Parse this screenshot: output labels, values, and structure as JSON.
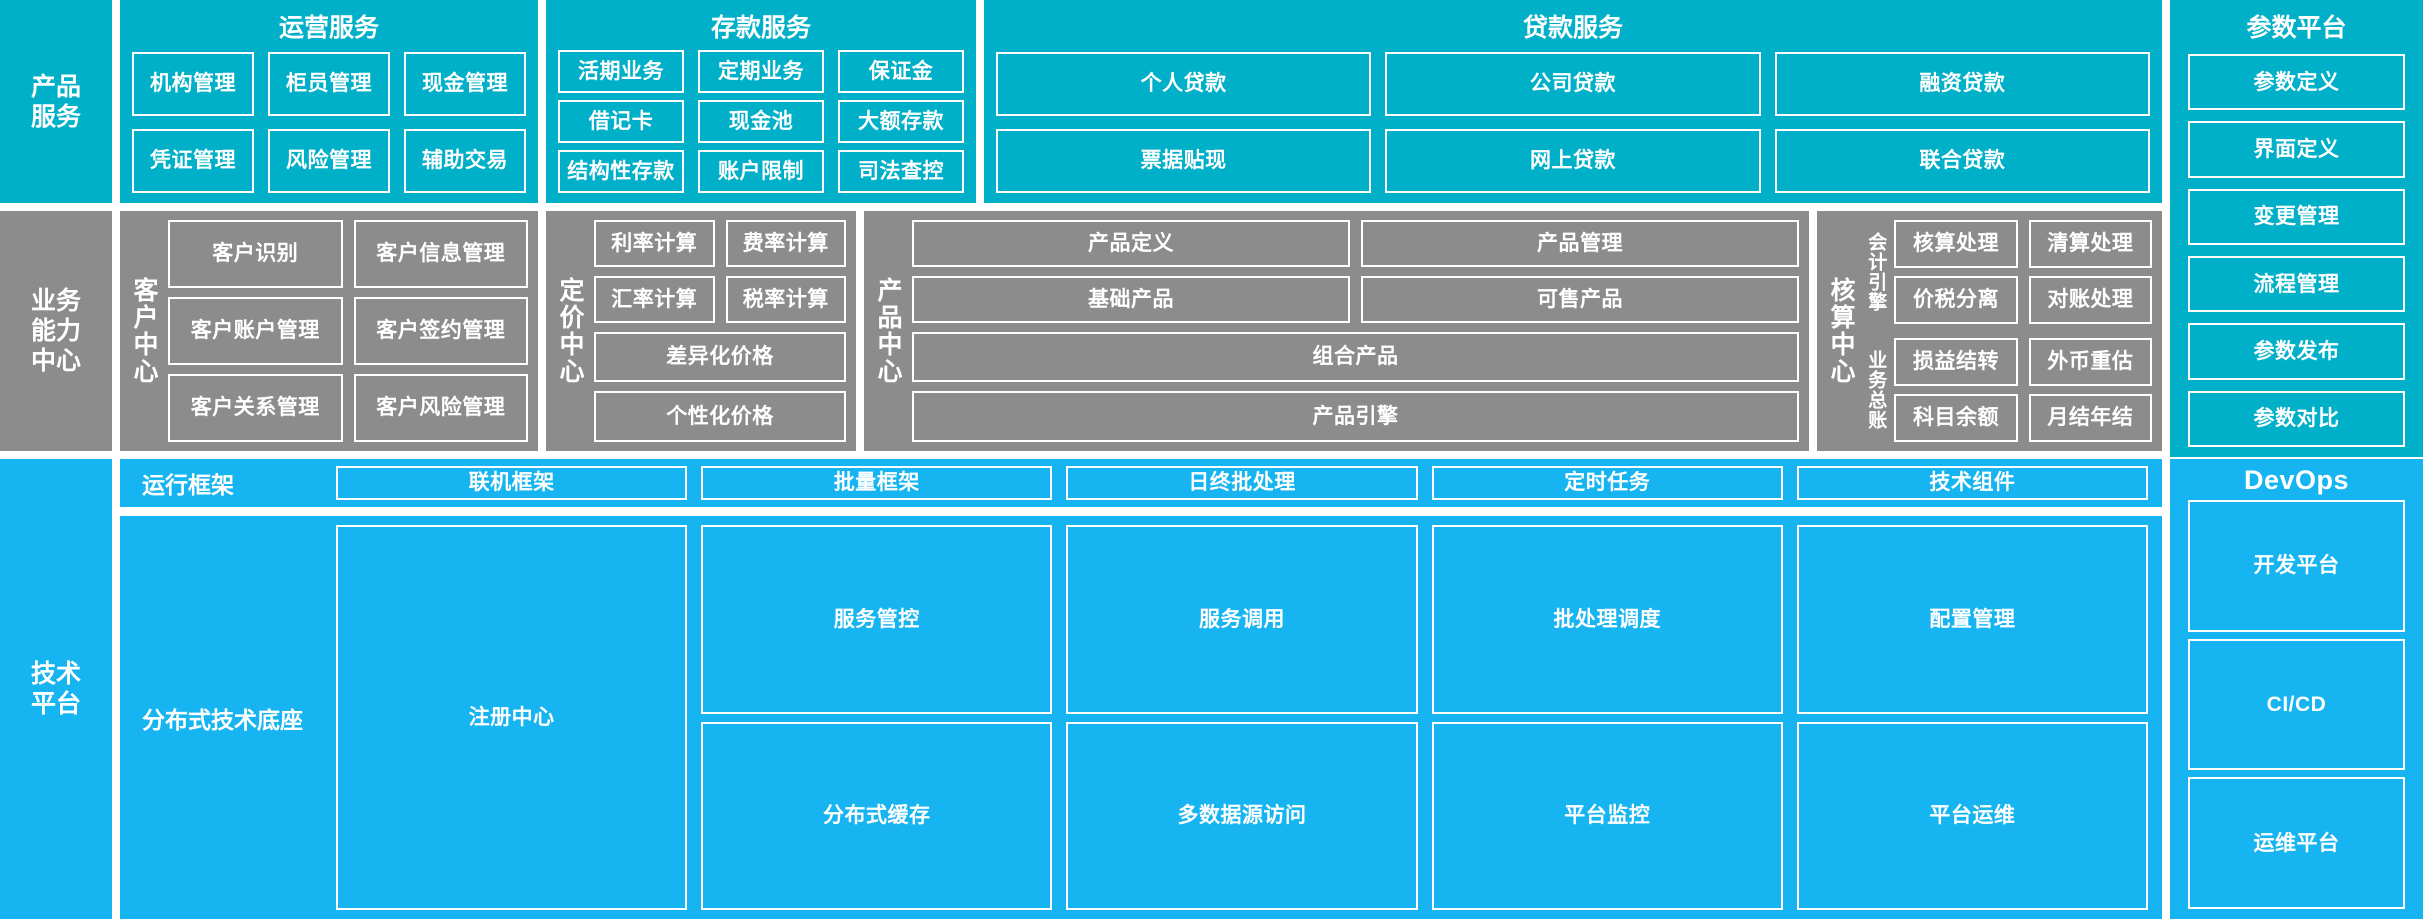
{
  "bands": {
    "product_services": {
      "label": "产品\n服务",
      "groups": [
        {
          "title": "运营服务",
          "items": [
            "机构管理",
            "柜员管理",
            "现金管理",
            "凭证管理",
            "风险管理",
            "辅助交易"
          ]
        },
        {
          "title": "存款服务",
          "items": [
            "活期业务",
            "定期业务",
            "保证金",
            "借记卡",
            "现金池",
            "大额存款",
            "结构性存款",
            "账户限制",
            "司法查控"
          ]
        },
        {
          "title": "贷款服务",
          "items": [
            "个人贷款",
            "公司贷款",
            "融资贷款",
            "票据贴现",
            "网上贷款",
            "联合贷款"
          ]
        }
      ]
    },
    "business_capability": {
      "label": "业务\n能力\n中心",
      "centers": [
        {
          "label": "客户中心",
          "rows": [
            [
              "客户识别",
              "客户信息管理"
            ],
            [
              "客户账户管理",
              "客户签约管理"
            ],
            [
              "客户关系管理",
              "客户风险管理"
            ]
          ]
        },
        {
          "label": "定价中心",
          "rows": [
            [
              "利率计算",
              "费率计算"
            ],
            [
              "汇率计算",
              "税率计算"
            ]
          ],
          "wide": [
            "差异化价格",
            "个性化价格"
          ]
        },
        {
          "label": "产品中心",
          "rows": [
            [
              "产品定义",
              "产品管理"
            ],
            [
              "基础产品",
              "可售产品"
            ]
          ],
          "wide": [
            "组合产品",
            "产品引擎"
          ]
        },
        {
          "label": "核算中心",
          "subgroups": [
            {
              "label": "会计引擎",
              "rows": [
                [
                  "核算处理",
                  "清算处理"
                ],
                [
                  "价税分离",
                  "对账处理"
                ]
              ]
            },
            {
              "label": "业务总账",
              "rows": [
                [
                  "损益结转",
                  "外币重估"
                ],
                [
                  "科目余额",
                  "月结年结"
                ]
              ]
            }
          ]
        }
      ]
    },
    "technical_platform": {
      "label": "技术\n平台",
      "runtime": {
        "name": "运行框架",
        "items": [
          "联机框架",
          "批量框架",
          "日终批处理",
          "定时任务",
          "技术组件"
        ]
      },
      "base": {
        "name": "分布式技术底座",
        "registry": "注册中心",
        "columns": [
          [
            "服务管控",
            "分布式缓存"
          ],
          [
            "服务调用",
            "多数据源访问"
          ],
          [
            "批处理调度",
            "平台监控"
          ],
          [
            "配置管理",
            "平台运维"
          ]
        ]
      }
    }
  },
  "right_column": {
    "parameter_platform": {
      "title": "参数平台",
      "items": [
        "参数定义",
        "界面定义",
        "变更管理",
        "流程管理",
        "参数发布",
        "参数对比"
      ]
    },
    "devops": {
      "title": "DevOps",
      "items": [
        "开发平台",
        "CI/CD",
        "运维平台"
      ]
    }
  },
  "colors": {
    "teal": "#00AFC8",
    "gray": "#8c8c8c",
    "blue": "#16B4F0",
    "chip_border": "#ffffff",
    "text": "#ffffff"
  }
}
